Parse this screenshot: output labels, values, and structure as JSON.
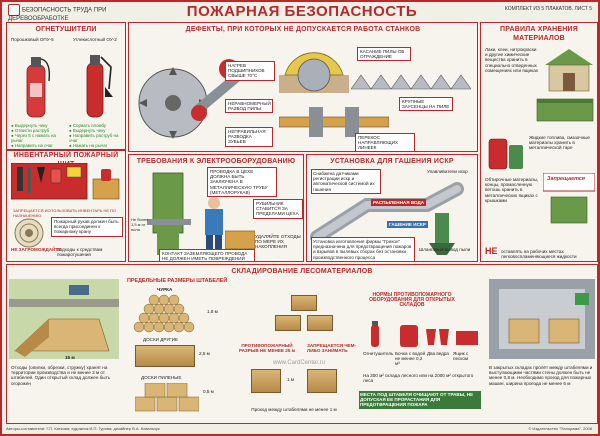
{
  "header": {
    "series_title": "БЕЗОПАСНОСТЬ ТРУДА ПРИ ДЕРЕВООБРАБОТКЕ",
    "title": "ПОЖАРНАЯ БЕЗОПАСНОСТЬ",
    "sheet_info": "КОМПЛЕКТ ИЗ 5 ПЛАКАТОВ. ЛИСТ 5"
  },
  "extinguishers": {
    "heading": "ОГНЕТУШИТЕЛИ",
    "left_label": "Порошковый ОПУ-5",
    "right_label": "Углекислотный ОУ-2",
    "left_steps": [
      "Выдернуть чеку",
      "Отвести раструб",
      "Через 5 с нажать на рычаг",
      "Направить на очаг"
    ],
    "right_steps": [
      "Сорвать пломбу",
      "Выдернуть чеку",
      "Направить раструб на очаг",
      "Нажать на рычаг"
    ]
  },
  "fire_board": {
    "heading": "ИНВЕНТАРНЫЙ ПОЖАРНЫЙ ЩИТ",
    "note_top": "ЗАПРЕЩАЕТСЯ ИСПОЛЬЗОВАТЬ ИНВЕНТАРЬ НЕ ПО НАЗНАЧЕНИЮ",
    "note_hose": "Пожарный рукав должен быть всегда присоединен к пожарному крану",
    "note_clear": "НЕ ЗАГРОМОЖДАЙТЕ",
    "note_access": "подходы к средствам пожаротушения"
  },
  "defects": {
    "heading": "ДЕФЕКТЫ, ПРИ КОТОРЫХ НЕ ДОПУСКАЕТСЯ РАБОТА СТАНКОВ",
    "labels": [
      "НАГРЕВ ПОДШИПНИКОВ СВЫШЕ 70°С",
      "КАСАНИЕ ПИЛЫ ОБ ОГРАЖДЕНИЕ",
      "КРУПНЫЕ ЗАУСЕНЦЫ НА ПИЛЕ",
      "НЕРАВНОМЕРНЫЙ РАЗВОД ПИЛЫ",
      "НЕПРАВИЛЬНАЯ РАЗВОДКА ЗУБЬЕВ",
      "ПЕРЕКОС НАПРАВЛЯЮЩИХ ЛИНЕЕК"
    ]
  },
  "storage": {
    "heading": "ПРАВИЛА ХРАНЕНИЯ МАТЕРИАЛОВ",
    "note1": "Лаки, клеи, нитрокраски и другие химические вещества хранить в специально отведенных помещениях или ящиках",
    "note2": "Жидкие топлива, смазочные материалы хранить в металлической таре",
    "note3": "Обтирочные материалы, концы, промасленную ветошь хранить в металлических ящиках с крышками",
    "sign_text": "Запрещается",
    "warn_no": "НЕ",
    "warn_text": "оставлять на рабочих местах легковоспламеняющиеся жидкости"
  },
  "electrical": {
    "heading": "ТРЕБОВАНИЯ К ЭЛЕКТРООБОРУДОВАНИЮ",
    "note_pipe": "ПРОВОДКА В ЦЕХЕ ДОЛЖНА БЫТЬ ЗАКЛЮЧЕНА В МЕТАЛЛИЧЕСКУЮ ТРУБУ (МЕТАЛЛОРУКАВ)",
    "note_switch": "РУБИЛЬНИК СТАВИТСЯ ЗА ПРЕДЕЛАМИ ЦЕХА",
    "note_distance": "Не более 1,5 м от пола",
    "note_ground": "КОНТАКТ ЗАЗЕМЛЯЮЩЕГО ПРОВОДА НЕ ДОЛЖЕН ИМЕТЬ ПОВРЕЖДЕНИЙ",
    "note_remove": "УДАЛЯЙТЕ ОТХОДЫ ПО МЕРЕ ИХ НАКОПЛЕНИЯ"
  },
  "sparks": {
    "heading": "УСТАНОВКА ДЛЯ ГАШЕНИЯ ИСКР",
    "note_top": "Снабжена датчиками регистрации искр и автоматической системой их гашения",
    "label1": "РАСПЫЛЕННАЯ ВОДА",
    "label2": "ГАШЕНИЕ ИСКР",
    "note_bottom": "Установка изготовления фирмы \"Грекон\" предназначена для предотвращения пожаров и взрывов в пылевых сборах без остановки производственного процесса",
    "label3": "Улавливатели искр",
    "label4": "Шланговый вывод пыли"
  },
  "lumber": {
    "heading": "СКЛАДИРОВАНИЕ ЛЕСОМАТЕРИАЛОВ",
    "sub_dims": "ПРЕДЕЛЬНЫЕ РАЗМЕРЫ ШТАБЕЛЕЙ",
    "sub_equip": "НОРМЫ ПРОТИВОПОЖАРНОГО ОБОРУДОВАНИЯ ДЛЯ ОТКРЫТЫХ СКЛАДОВ",
    "dim_15": "15 м",
    "dim_18": "1,8 м",
    "dim_25": "2,5 м",
    "dim_05": "0,5 м",
    "dim_1": "1 м",
    "label_gap": "ПРОТИВОПОЖАРНЫЙ РАЗРЫВ НЕ МЕНЕЕ 25 м",
    "label_ban": "ЗАПРЕЩАЕТСЯ ЧЕМ-ЛИБО ЗАНИМАТЬ",
    "label_pass": "Проход между штабелями не менее 1 м",
    "label_circle": "ЧУРКА",
    "label_board": "ДОСКИ ДРУГИЕ",
    "label_brick": "ДОСКИ ПИЛЕНЫЕ",
    "equip_items": [
      "Огнетушитель",
      "Бочка с водой не менее 0,2 м³",
      "Два ведра",
      "Ящик с песком"
    ],
    "equip_note": "На 300 м² склада лесного или на 2000 м² открытого леса",
    "equip_note2": "МЕСТА ПОД ШТАБЕЛЯ ОЧИЩАЮТ ОТ ТРАВЫ, НЕ ДОПУСКАЯ ЕЕ ПРОРАСТАНИЯ ДЛЯ ПРЕДОТВРАЩЕНИЯ ПОЖАРА",
    "note_left": "Отходы (опилки, обрезки, стружку) хранят на территории производства и не менее 3 м от штабелей. Один открытый склад должен быть огорожен",
    "note_right": "В закрытых складах пролёт между штабелями и выступающими частями стены должен быть не менее 0,8 м. Необходимо проезд для пожарных машин, ширина проезда не менее 6 м",
    "watermark": "www.CardCenter.ru"
  },
  "footer": {
    "left": "Авторы-составители: Г.П. Каткова; художник И.П. Гурова; дизайнер В.А. Ковальчук",
    "right": "© Издательство \"Панорама\", 2008"
  }
}
